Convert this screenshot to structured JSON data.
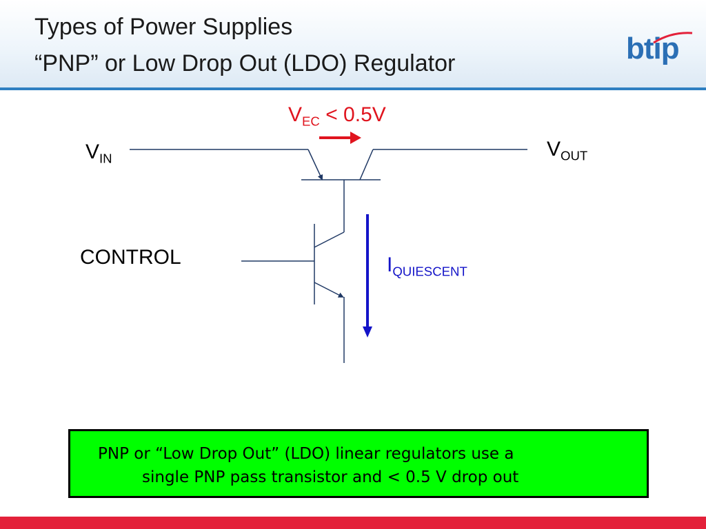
{
  "slide": {
    "title_line1": "Types of Power Supplies",
    "title_line2": "“PNP” or Low Drop Out (LDO) Regulator",
    "logo_text": "btip"
  },
  "diagram": {
    "vin": {
      "main": "V",
      "sub": "IN"
    },
    "vout": {
      "main": "V",
      "sub": "OUT"
    },
    "vec": {
      "main": "V",
      "sub": "EC",
      "rest": " < 0.5V"
    },
    "control": "CONTROL",
    "iq": {
      "main": "I",
      "sub": "QUIESCENT"
    }
  },
  "note": {
    "line1": "PNP or “Low Drop Out” (LDO) linear regulators use a",
    "line2": "single PNP pass transistor and < 0.5 V drop out"
  },
  "colors": {
    "header_rule": "#2f7fc1",
    "circuit_line": "#1f3864",
    "vec_color": "#e0141e",
    "iq_color": "#1414c8",
    "note_bg": "#00ff00",
    "footer_bar": "#e3213a",
    "logo": "#2b6fb5"
  }
}
